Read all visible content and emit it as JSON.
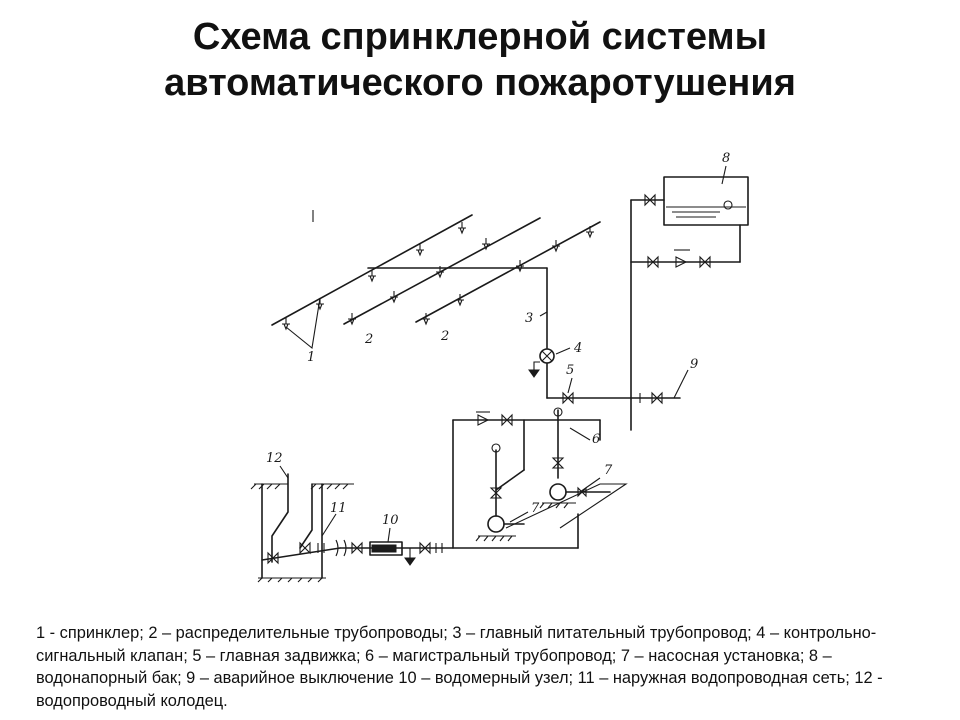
{
  "title": {
    "line1": "Схема спринклерной системы",
    "line2": "автоматического пожаротушения"
  },
  "labels": {
    "l1": "1",
    "l2a": "2",
    "l2b": "2",
    "l3": "3",
    "l4": "4",
    "l5": "5",
    "l6": "6",
    "l7a": "7",
    "l7b": "7",
    "l8": "8",
    "l9": "9",
    "l10": "10",
    "l11": "11",
    "l12": "12"
  },
  "legend": "1 - спринклер; 2 – распределительные трубопроводы; 3 – главный питательный трубопровод; 4 – контрольно-сигнальный клапан; 5 – главная задвижка; 6 – магистральный трубопровод; 7 – насосная установка; 8 – водонапорный бак; 9 – аварийное выключение 10 – водомерный узел; 11 – наружная водопроводная сеть; 12 - водопроводный колодец.",
  "colors": {
    "ink": "#1a1a1a",
    "background": "#ffffff",
    "title": "#111111"
  }
}
